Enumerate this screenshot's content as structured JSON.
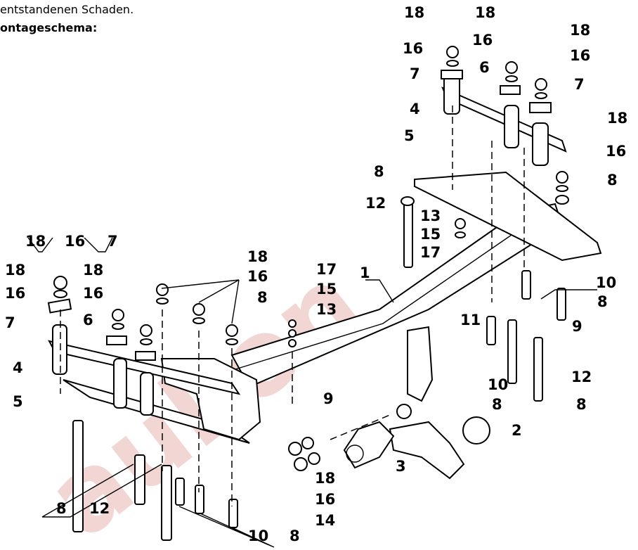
{
  "header": {
    "line1": "entstandenen Schaden.",
    "line2": "ontageschema:"
  },
  "watermark": {
    "text": "aukon",
    "color": "#e8b6b1"
  },
  "callouts": [
    "18",
    "18",
    "16",
    "16",
    "7",
    "6",
    "18",
    "16",
    "7",
    "4",
    "18",
    "16",
    "5",
    "8",
    "8",
    "12",
    "13",
    "15",
    "17",
    "18",
    "16",
    "7",
    "18",
    "16",
    "7",
    "18",
    "16",
    "6",
    "18",
    "16",
    "8",
    "17",
    "15",
    "13",
    "1",
    "4",
    "5",
    "11",
    "10",
    "8",
    "9",
    "9",
    "12",
    "8",
    "10",
    "8",
    "10",
    "8",
    "12",
    "8",
    "2",
    "3",
    "18",
    "16",
    "14"
  ]
}
